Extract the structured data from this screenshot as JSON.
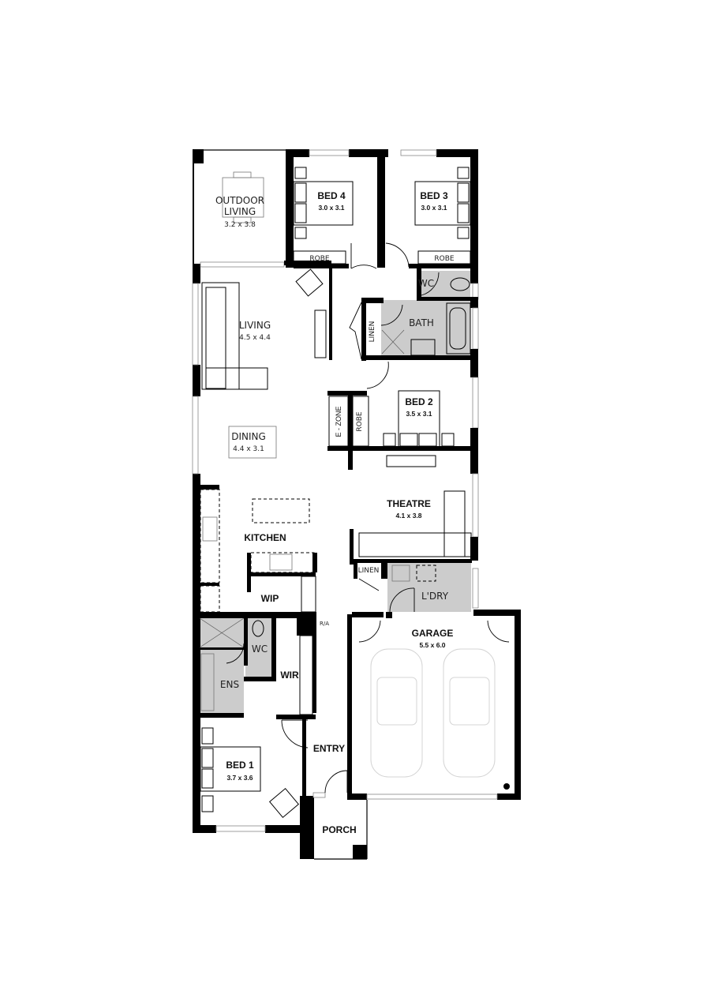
{
  "plan": {
    "rooms": [
      {
        "id": "outdoor-living",
        "name": "OUTDOOR\nLIVING",
        "name_line1": "OUTDOOR",
        "name_line2": "LIVING",
        "dims": "3.2 x 3.8"
      },
      {
        "id": "bed4",
        "name": "BED 4",
        "dims": "3.0 x 3.1"
      },
      {
        "id": "bed3",
        "name": "BED 3",
        "dims": "3.0 x 3.1"
      },
      {
        "id": "robe-bed4",
        "name": "ROBE"
      },
      {
        "id": "robe-bed3",
        "name": "ROBE"
      },
      {
        "id": "wc-upper",
        "name": "WC"
      },
      {
        "id": "living",
        "name": "LIVING",
        "dims": "4.5 x 4.4"
      },
      {
        "id": "linen-upper",
        "name": "LINEN"
      },
      {
        "id": "bath",
        "name": "BATH"
      },
      {
        "id": "bed2",
        "name": "BED 2",
        "dims": "3.5 x 3.1"
      },
      {
        "id": "e-zone",
        "name": "E - ZONE"
      },
      {
        "id": "robe-bed2",
        "name": "ROBE"
      },
      {
        "id": "dining",
        "name": "DINING",
        "dims": "4.4 x 3.1"
      },
      {
        "id": "theatre",
        "name": "THEATRE",
        "dims": "4.1 x 3.8"
      },
      {
        "id": "kitchen",
        "name": "KITCHEN"
      },
      {
        "id": "linen-lower",
        "name": "LINEN"
      },
      {
        "id": "laundry",
        "name": "L'DRY"
      },
      {
        "id": "wip",
        "name": "WIP"
      },
      {
        "id": "garage",
        "name": "GARAGE",
        "dims": "5.5 x 6.0"
      },
      {
        "id": "wc-ens",
        "name": "WC"
      },
      {
        "id": "ens",
        "name": "ENS"
      },
      {
        "id": "wir",
        "name": "WIR"
      },
      {
        "id": "entry",
        "name": "ENTRY"
      },
      {
        "id": "bed1",
        "name": "BED 1",
        "dims": "3.7 x 3.6"
      },
      {
        "id": "porch",
        "name": "PORCH"
      }
    ],
    "annotations": {
      "ra": "R/A",
      "hws_symbol": "G"
    },
    "colors": {
      "wall": "#000000",
      "wet_area": "#cccccc",
      "background": "#ffffff",
      "car_outline": "#d4d4d4"
    }
  }
}
